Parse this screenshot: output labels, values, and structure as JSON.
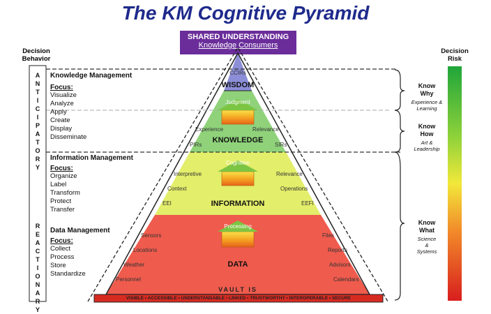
{
  "title": "The KM Cognitive Pyramid",
  "shared": {
    "heading": "SHARED UNDERSTANDING",
    "sub": "Knowledge Consumers"
  },
  "left_header": {
    "line1": "Decision",
    "line2": "Behavior"
  },
  "right_header": {
    "line1": "Decision",
    "line2": "Risk"
  },
  "anticipatory": "ANTICIPATORY",
  "reactionary": "REACTIONARY",
  "focus_label": "Focus:",
  "sections": [
    {
      "heading": "Knowledge Management",
      "items": [
        "Visualize",
        "Analyze",
        "Apply",
        "Create",
        "Display",
        "Disseminate"
      ]
    },
    {
      "heading": "Information Management",
      "items": [
        "Organize",
        "Label",
        "Transform",
        "Protect",
        "Transfer"
      ]
    },
    {
      "heading": "Data Management",
      "items": [
        "Collect",
        "Process",
        "Store",
        "Standardize"
      ]
    }
  ],
  "levels": {
    "wisdom": "WISDOM",
    "ccirs": "CCIRs",
    "knowledge": "KNOWLEDGE",
    "information": "INFORMATION",
    "data": "DATA"
  },
  "arrows": [
    "Judgment",
    "Cognition",
    "Processing"
  ],
  "knowledge_terms": [
    "Experience",
    "Relevance",
    "PIRs",
    "SIRs"
  ],
  "information_terms": [
    "Interpretive",
    "Relevance",
    "Context",
    "Operations",
    "EEI",
    "EEFI"
  ],
  "data_terms": [
    "Sensors",
    "Files",
    "Locations",
    "Reports",
    "Weather",
    "Advisors",
    "Personnel",
    "Calendars"
  ],
  "vault": "VAULT IS",
  "bottom_strip": "VISIBLE • ACCESSIBLE • UNDERSTANDABLE • LINKED • TRUSTWORTHY • INTEROPERABLE • SECURE",
  "know": [
    {
      "title": [
        "Know",
        "Why"
      ],
      "sub": [
        "Experience &",
        "Learning"
      ]
    },
    {
      "title": [
        "Know",
        "How"
      ],
      "sub": [
        "Art &",
        "Leadership"
      ]
    },
    {
      "title": [
        "Know",
        "What"
      ],
      "sub": [
        "Science",
        "&",
        "Systems"
      ]
    }
  ],
  "colors": {
    "title": "#1f2a8c",
    "shared_bg": "#6a2d9a",
    "wisdom": "#8c8ed8",
    "knowledge": "#8fd27a",
    "information": "#e3ee6a",
    "data": "#ef5b4d",
    "arrow_head": "#7cc542"
  }
}
